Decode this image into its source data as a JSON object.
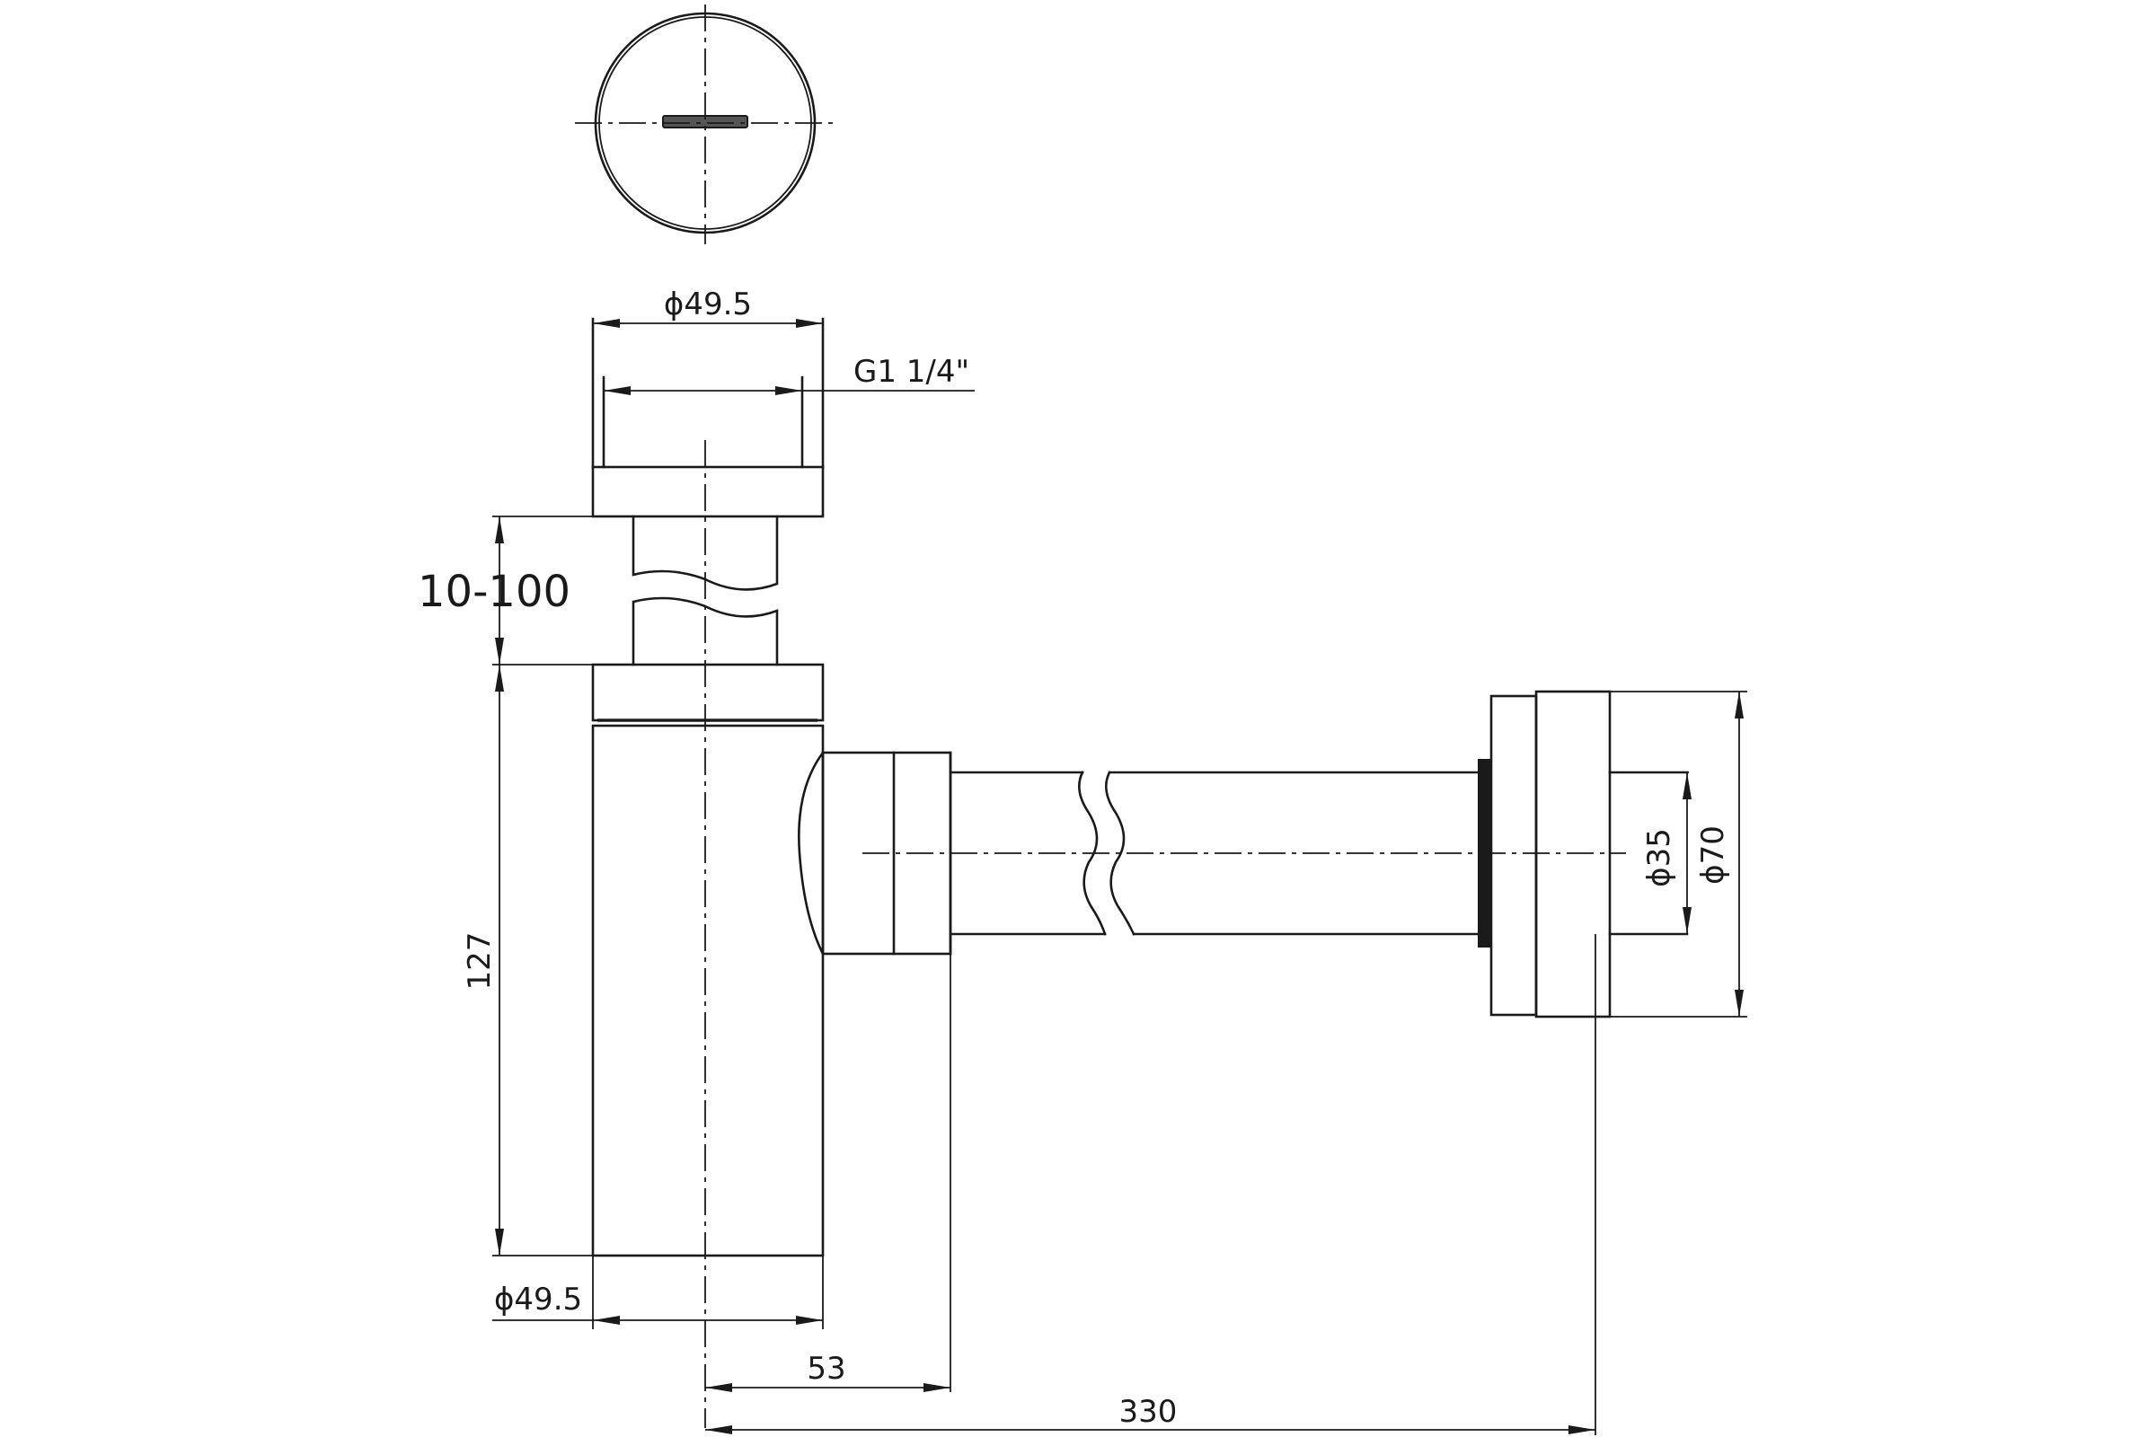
{
  "dimensions": {
    "top_cap_diameter": "ϕ49.5",
    "thread": "G1 1/4\"",
    "adjustable_height": "10-100",
    "body_height": "127",
    "body_diameter": "ϕ49.5",
    "outlet_offset": "53",
    "total_length": "330",
    "pipe_diameter": "ϕ35",
    "flange_diameter": "ϕ70"
  }
}
